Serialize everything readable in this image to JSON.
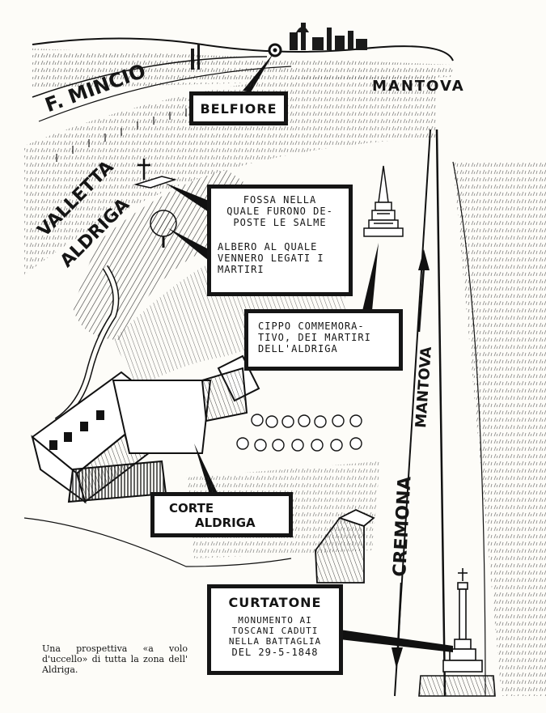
{
  "places": {
    "fiume": "F. MINCIO",
    "mantova_top": "MANTOVA",
    "valletta_1": "VALLETTA",
    "valletta_2": "ALDRIGA",
    "road_cremona": "CREMONA",
    "road_mantova": "MANTOVA"
  },
  "labels": {
    "belfiore": "BELFIORE",
    "fossa": [
      "FOSSA NELLA",
      "QUALE FURONO DE-",
      "POSTE LE SALME"
    ],
    "albero": [
      "ALBERO AL QUALE",
      "VENNERO LEGATI I",
      "MARTIRI"
    ],
    "cippo": [
      "CIPPO COMMEMORA-",
      "TIVO, DEI MARTIRI",
      "DELL'ALDRIGA"
    ],
    "corte": [
      "CORTE",
      "ALDRIGA"
    ],
    "curtatone_title": "CURTATONE",
    "curtatone": [
      "MONUMENTO AI",
      "TOSCANI CADUTI",
      "NELLA BATTAGLIA",
      "DEL 29-5-1848"
    ]
  },
  "caption": "Una prospettiva «a volo d'uccello» di tutta la zona dell' Aldriga.",
  "colors": {
    "ink": "#151515",
    "paper": "#fdfcf8"
  },
  "icons": [
    "cross-icon",
    "obelisk-icon",
    "column-monument-icon",
    "arrow-up-icon",
    "arrow-down-icon"
  ]
}
